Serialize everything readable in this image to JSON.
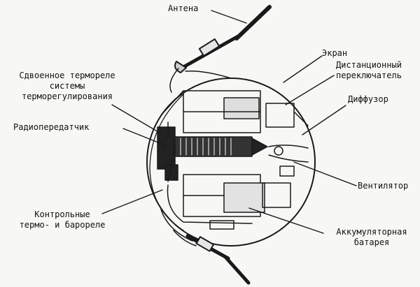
{
  "labels": {
    "antenna": "Антена",
    "screen": "Экран",
    "remote_switch": [
      "Дистанционный",
      "переключатель"
    ],
    "diffuser": "Диффузор",
    "dual_relay": [
      "Сдвоенное термореле",
      "системы",
      "терморегулирования"
    ],
    "transmitter": "Радиопередатчик",
    "fan": "Вентилятор",
    "control_relays": [
      "Контрольные",
      "термо- и бароре­ле"
    ],
    "battery": [
      "Аккумуляторная",
      "батарея"
    ]
  }
}
